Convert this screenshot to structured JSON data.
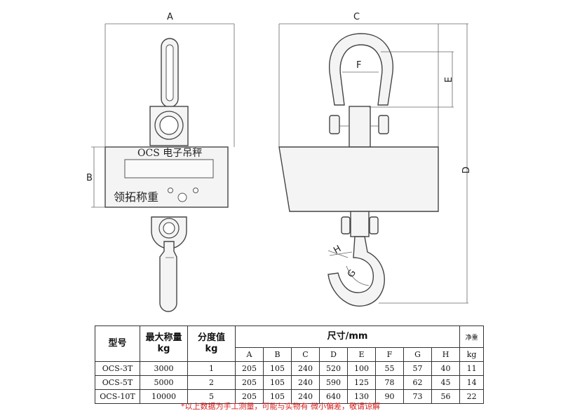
{
  "labels": {
    "A": "A",
    "B": "B",
    "C": "C",
    "D": "D",
    "E": "E",
    "F": "F",
    "G": "G",
    "H": "H"
  },
  "panel": {
    "brand": "OCS  电子吊秤",
    "bottom_text": "领拓称重"
  },
  "table": {
    "col_model": "型号",
    "col_capacity": "最大称量",
    "col_capacity_unit": "kg",
    "col_division": "分度值",
    "col_division_unit": "kg",
    "col_size": "尺寸/mm",
    "col_weight": "净重",
    "dims": [
      "A",
      "B",
      "C",
      "D",
      "E",
      "F",
      "G",
      "H"
    ],
    "weight_unit": "kg",
    "rows": [
      {
        "model": "OCS-3T",
        "capacity": "3000",
        "division": "1",
        "A": "205",
        "B": "105",
        "C": "240",
        "D": "520",
        "E": "100",
        "F": "55",
        "G": "57",
        "H": "40",
        "weight": "11"
      },
      {
        "model": "OCS-5T",
        "capacity": "5000",
        "division": "2",
        "A": "205",
        "B": "105",
        "C": "240",
        "D": "590",
        "E": "125",
        "F": "78",
        "G": "62",
        "H": "45",
        "weight": "14"
      },
      {
        "model": "OCS-10T",
        "capacity": "10000",
        "division": "5",
        "A": "205",
        "B": "105",
        "C": "240",
        "D": "640",
        "E": "130",
        "F": "90",
        "G": "73",
        "H": "56",
        "weight": "22"
      }
    ]
  },
  "footnote": "*以上数据为手工测量，可能与实物有 微小偏差，敬请谅解"
}
